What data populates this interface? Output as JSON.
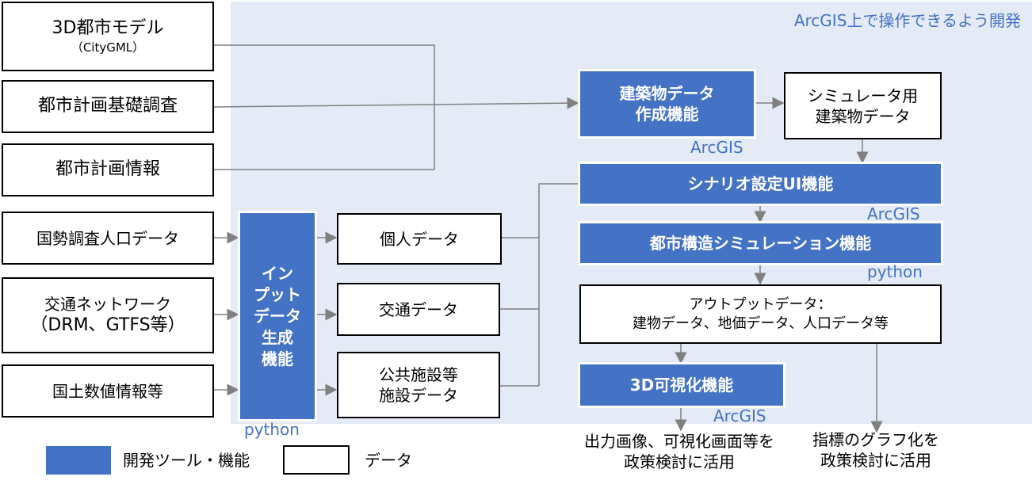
{
  "area_label": "ArcGIS上で操作できるよう開発",
  "inputs": [
    {
      "line1": "3D都市モデル",
      "line2": "（CityGML）"
    },
    {
      "line1": "都市計画基礎調査"
    },
    {
      "line1": "都市計画情報"
    },
    {
      "line1": "国勢調査人口データ"
    },
    {
      "line1": "交通ネットワーク",
      "line2": "（DRM、GTFS等）"
    },
    {
      "line1": "国土数値情報等"
    }
  ],
  "input_gen": {
    "lines": [
      "イン",
      "プット",
      "データ",
      "生成",
      "機能"
    ],
    "tag": "python"
  },
  "gen_outputs": [
    {
      "line1": "個人データ"
    },
    {
      "line1": "交通データ"
    },
    {
      "line1": "公共施設等",
      "line2": "施設データ"
    }
  ],
  "building_func": {
    "line1": "建築物データ",
    "line2": "作成機能",
    "tag": "ArcGIS"
  },
  "sim_building_data": {
    "line1": "シミュレータ用",
    "line2": "建築物データ"
  },
  "scenario_ui": {
    "label": "シナリオ設定UI機能",
    "tag": "ArcGIS"
  },
  "urban_sim": {
    "label": "都市構造シミュレーション機能",
    "tag": "python"
  },
  "output_data": {
    "line1": "アウトプットデータ：",
    "line2": "建物データ、地価データ、人口データ等"
  },
  "viz3d": {
    "label": "3D可視化機能",
    "tag": "ArcGIS"
  },
  "result_notes": [
    {
      "line1": "出力画像、可視化画面等を",
      "line2": "政策検討に活用"
    },
    {
      "line1": "指標のグラフ化を",
      "line2": "政策検討に活用"
    }
  ],
  "legend": {
    "tool": "開発ツール・機能",
    "data": "データ"
  },
  "colors": {
    "func": "#4472C4",
    "area": "#E4EAF6",
    "line": "#808080"
  }
}
